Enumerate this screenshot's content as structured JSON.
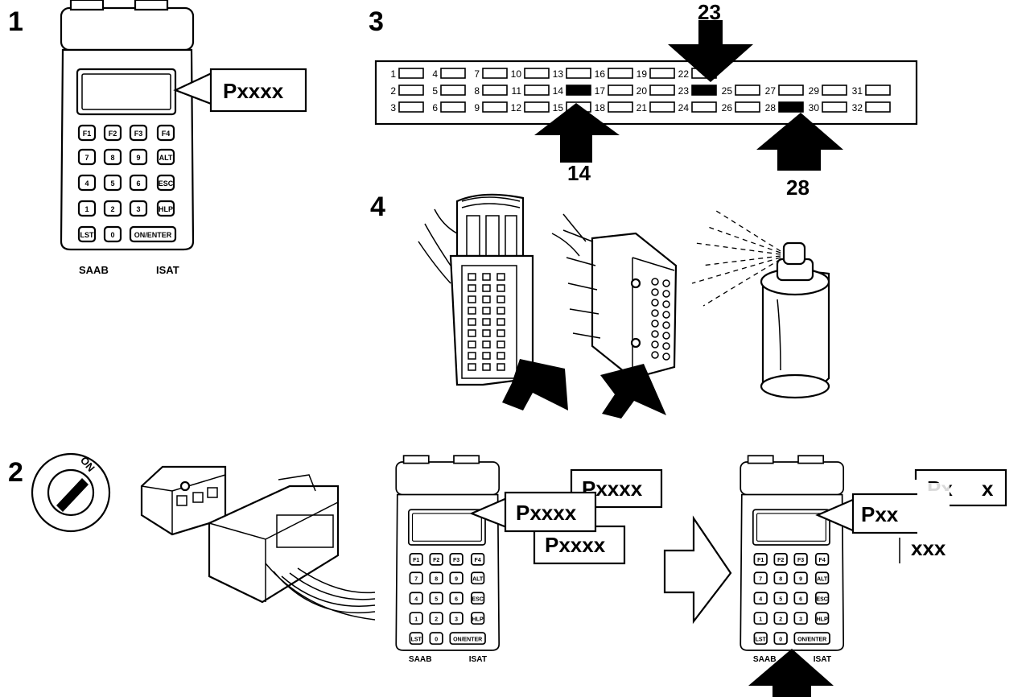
{
  "steps": {
    "s1": "1",
    "s2": "2",
    "s3": "3",
    "s4": "4"
  },
  "callouts": {
    "code": "Pxxxx",
    "partial_a": "Px",
    "partial_a2": "x",
    "partial_b": "Pxx",
    "partial_c": "xxx"
  },
  "tester": {
    "brand": "SAAB",
    "model": "ISAT",
    "keys_f": [
      "F1",
      "F2",
      "F3",
      "F4"
    ],
    "keys_digits": [
      "7",
      "8",
      "9",
      "4",
      "5",
      "6",
      "1",
      "2",
      "3",
      "0"
    ],
    "keys_side": [
      "ALT",
      "ESC",
      "HLP"
    ],
    "key_lst": "LST",
    "key_enter": "ON/ENTER"
  },
  "ignition": {
    "label": "ON"
  },
  "connector": {
    "pins_row1": [
      "1",
      "4",
      "7",
      "10",
      "13",
      "16",
      "19",
      "22"
    ],
    "pins_row2": [
      "2",
      "5",
      "8",
      "11",
      "14",
      "17",
      "20",
      "23",
      "25",
      "27",
      "29",
      "31"
    ],
    "pins_row3": [
      "3",
      "6",
      "9",
      "12",
      "15",
      "18",
      "21",
      "24",
      "26",
      "28",
      "30",
      "32"
    ],
    "highlighted_pins": [
      "14",
      "23",
      "28"
    ],
    "arrow_labels": {
      "top": "23",
      "left": "14",
      "right": "28"
    }
  },
  "colors": {
    "ink": "#000000",
    "paper": "#ffffff"
  }
}
